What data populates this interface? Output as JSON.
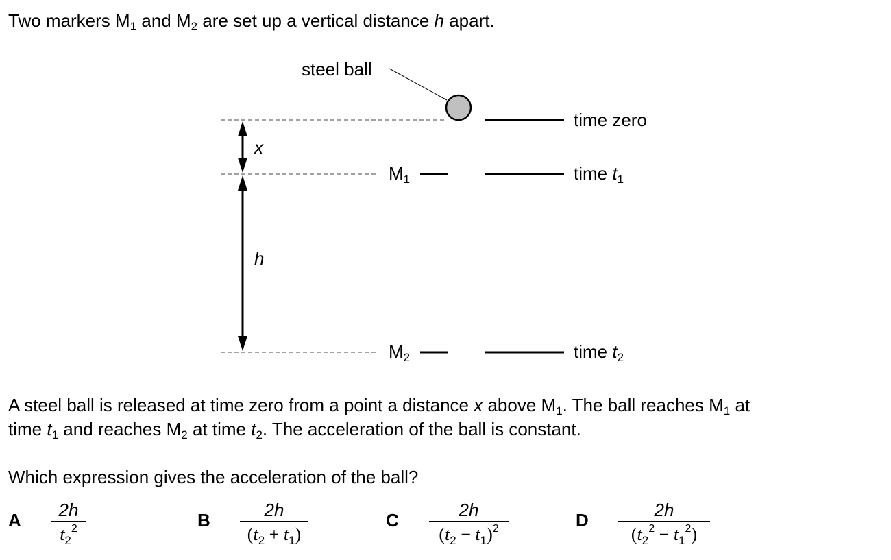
{
  "question": {
    "intro": {
      "prefix": "Two markers M",
      "sub1": "1",
      "and": " and M",
      "sub2": "2",
      "middle": " are set up a vertical distance ",
      "var_h": "h",
      "suffix": " apart."
    },
    "body_line1": {
      "a": "A steel ball is released at time zero from a point a distance ",
      "x": "x",
      "b": " above M",
      "sub1": "1",
      "c": ". The ball reaches M",
      "sub1b": "1",
      "d": " at"
    },
    "body_line2": {
      "a": "time ",
      "t": "t",
      "sub1": "1",
      "b": " and reaches M",
      "sub2": "2",
      "c": " at time ",
      "t2": "t",
      "sub2b": "2",
      "d": ". The acceleration of the ball is constant."
    },
    "prompt": "Which expression gives the acceleration of the ball?"
  },
  "diagram": {
    "steel_ball_label": "steel ball",
    "var_x": "x",
    "var_h": "h",
    "marker_m1": {
      "base": "M",
      "sub": "1"
    },
    "marker_m2": {
      "base": "M",
      "sub": "2"
    },
    "time_zero": "time zero",
    "time_t1": {
      "base": "time ",
      "t": "t",
      "sub": "1"
    },
    "time_t2": {
      "base": "time ",
      "t": "t",
      "sub": "2"
    },
    "ball_color": "#c0c0c0"
  },
  "options": [
    {
      "letter": "A",
      "numerator": "2h",
      "den_t": "t",
      "den_sub": "2",
      "den_sup": "2"
    },
    {
      "letter": "B",
      "numerator": "2h",
      "den_open": "(",
      "den_t1": "t",
      "den_sub1": "2",
      "op": " + ",
      "den_t2": "t",
      "den_sub2": "1",
      "den_close": ")"
    },
    {
      "letter": "C",
      "numerator": "2h",
      "den_open": "(",
      "den_t1": "t",
      "den_sub1": "2",
      "op": " − ",
      "den_t2": "t",
      "den_sub2": "1",
      "den_close": ")",
      "den_sup": "2"
    },
    {
      "letter": "D",
      "numerator": "2h",
      "den_open": "(",
      "den_t1": "t",
      "den_sub1": "2",
      "den_sup1": "2",
      "op": " − ",
      "den_t2": "t",
      "den_sub2": "1",
      "den_sup2": "2",
      "den_close": ")"
    }
  ]
}
